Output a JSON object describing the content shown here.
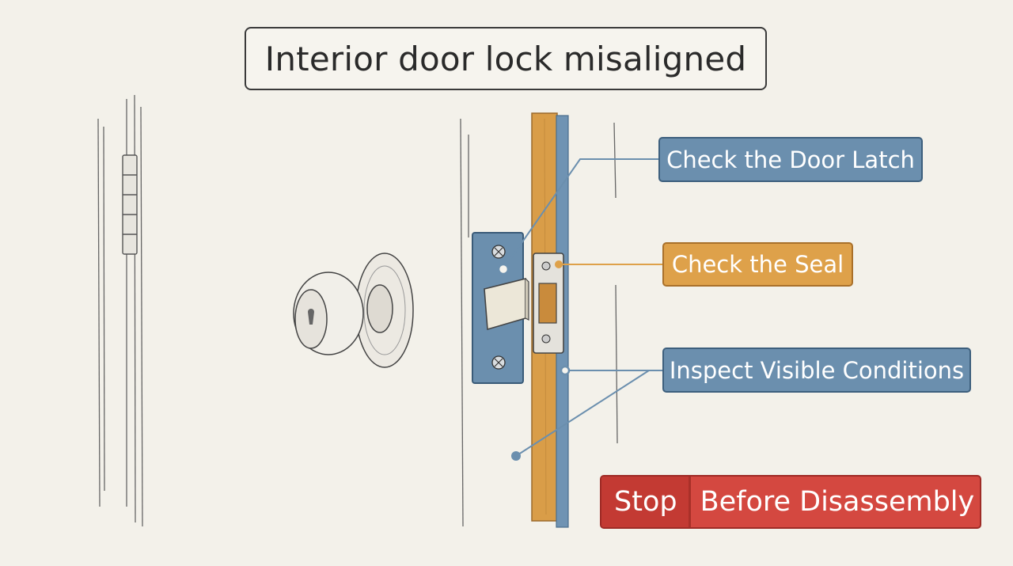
{
  "title": "Interior door lock misaligned",
  "callouts": {
    "latch": "Check the Door Latch",
    "seal": "Check the Seal",
    "inspect": "Inspect Visible Conditions"
  },
  "warning": {
    "stop": "Stop",
    "rest": "Before Disassembly"
  },
  "colors": {
    "callout_blue": "#6b8fae",
    "callout_orange": "#dea14a",
    "warning_red": "#d44840",
    "frame_wood": "#d99d48",
    "frame_blue": "#6f93b3",
    "strike_plate": "#6b8fae",
    "background": "#f3f1ea"
  },
  "icons": {
    "knob": "door-knob-icon",
    "hinge": "hinge-icon",
    "latch": "latch-bolt-icon",
    "strike": "strike-plate-icon"
  }
}
